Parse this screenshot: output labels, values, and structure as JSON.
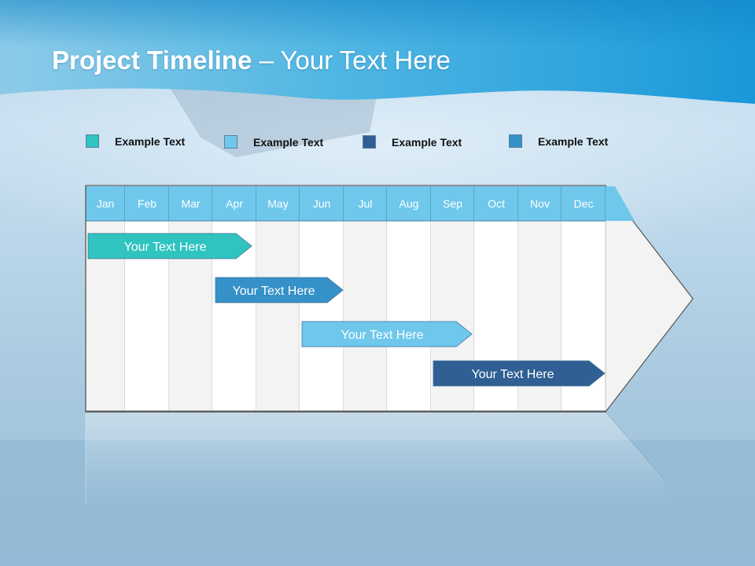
{
  "title": {
    "bold": "Project Timeline",
    "rest": " – Your Text Here"
  },
  "legend": [
    {
      "label": "Example Text",
      "color": "#2fc4c0"
    },
    {
      "label": "Example Text",
      "color": "#6fc8ec"
    },
    {
      "label": "Example Text",
      "color": "#2f5f93"
    },
    {
      "label": "Example Text",
      "color": "#3591c8"
    }
  ],
  "months": [
    "Jan",
    "Feb",
    "Mar",
    "Apr",
    "May",
    "Jun",
    "Jul",
    "Aug",
    "Sep",
    "Oct",
    "Nov",
    "Dec"
  ],
  "bars": [
    {
      "label": "Your  Text Here",
      "color": "#2fc4c0",
      "text_color": "#ffffff",
      "start": "Jan",
      "end": "Apr"
    },
    {
      "label": "Your  Text Here",
      "color": "#3591c8",
      "text_color": "#ffffff",
      "start": "Apr",
      "end": "Jun"
    },
    {
      "label": "Your  Text Here",
      "color": "#6fc8ec",
      "text_color": "#ffffff",
      "start": "Jun",
      "end": "Sep"
    },
    {
      "label": "Your  Text Here",
      "color": "#2f5f93",
      "text_color": "#ffffff",
      "start": "Sep",
      "end": "Dec"
    }
  ],
  "colors": {
    "header": "#6fc8ec",
    "grid_light": "#f3f3f3",
    "grid_white": "#ffffff",
    "banner": "#2aa7dd"
  }
}
